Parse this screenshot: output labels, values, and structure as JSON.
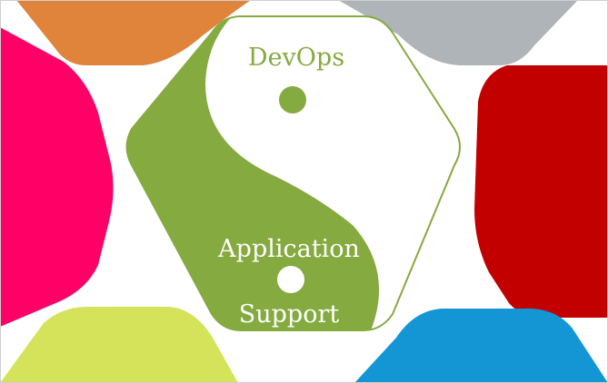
{
  "diagram": {
    "top_label": "DevOps",
    "bottom_label_line1": "Application",
    "bottom_label_line2": "Support"
  },
  "colors": {
    "top_left_tile": "#e0843c",
    "top_right_tile": "#aeb4b8",
    "left_tile": "#ff0066",
    "right_tile": "#c20000",
    "bottom_left_tile": "#d5e35b",
    "bottom_right_tile": "#1496d4",
    "yin_yang_green": "#85aa40",
    "yin_yang_white": "#ffffff",
    "frame_border": "#cfcfcf"
  }
}
